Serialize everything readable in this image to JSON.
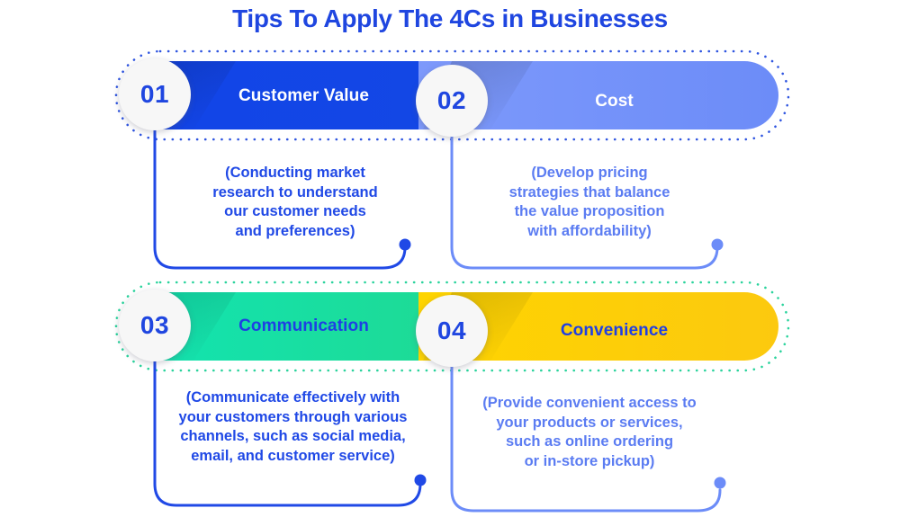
{
  "page": {
    "title": "Tips To Apply The 4Cs in Businesses",
    "background_color": "#ffffff"
  },
  "colors": {
    "title_blue": "#1f46e0",
    "bar_dark_blue": "#1347e5",
    "bar_light_blue": "#6c8cf8",
    "bar_green": "#18e0a6",
    "bar_yellow": "#fdce06",
    "text_blue": "#2049e6",
    "text_light_blue": "#5b7cf2",
    "circle_fill": "#f7f7f7",
    "dotted_border_row1": "#2f55e0",
    "dotted_border_row2": "#2ad39c"
  },
  "rows": [
    {
      "row_id": "row-1",
      "dotted_outline_color": "#2f55e0",
      "steps": [
        {
          "number": "01",
          "label": "Customer Value",
          "bar_color": "#1347e5",
          "label_color": "#ffffff",
          "description": "(Conducting market\nresearch to understand\nour customer needs\nand preferences)",
          "description_color": "#2049e6",
          "connector_color": "#2049e6"
        },
        {
          "number": "02",
          "label": "Cost",
          "bar_color": "#6c8cf8",
          "label_color": "#ffffff",
          "description": "(Develop pricing\nstrategies that balance\nthe value proposition\nwith affordability)",
          "description_color": "#5b7cf2",
          "connector_color": "#5b7cf2"
        }
      ]
    },
    {
      "row_id": "row-2",
      "dotted_outline_color": "#2ad39c",
      "steps": [
        {
          "number": "03",
          "label": "Communication",
          "bar_color": "#18e0a6",
          "label_color": "#1f3fe3",
          "description": "(Communicate effectively with\nyour customers through various\nchannels, such as social media,\nemail, and customer service)",
          "description_color": "#2049e6",
          "connector_color": "#2049e6"
        },
        {
          "number": "04",
          "label": "Convenience",
          "bar_color": "#fdce06",
          "label_color": "#1f3fe3",
          "description": "(Provide convenient access to\nyour products or services,\nsuch as online ordering\nor in-store pickup)",
          "description_color": "#5b7cf2",
          "connector_color": "#5b7cf2"
        }
      ]
    }
  ]
}
